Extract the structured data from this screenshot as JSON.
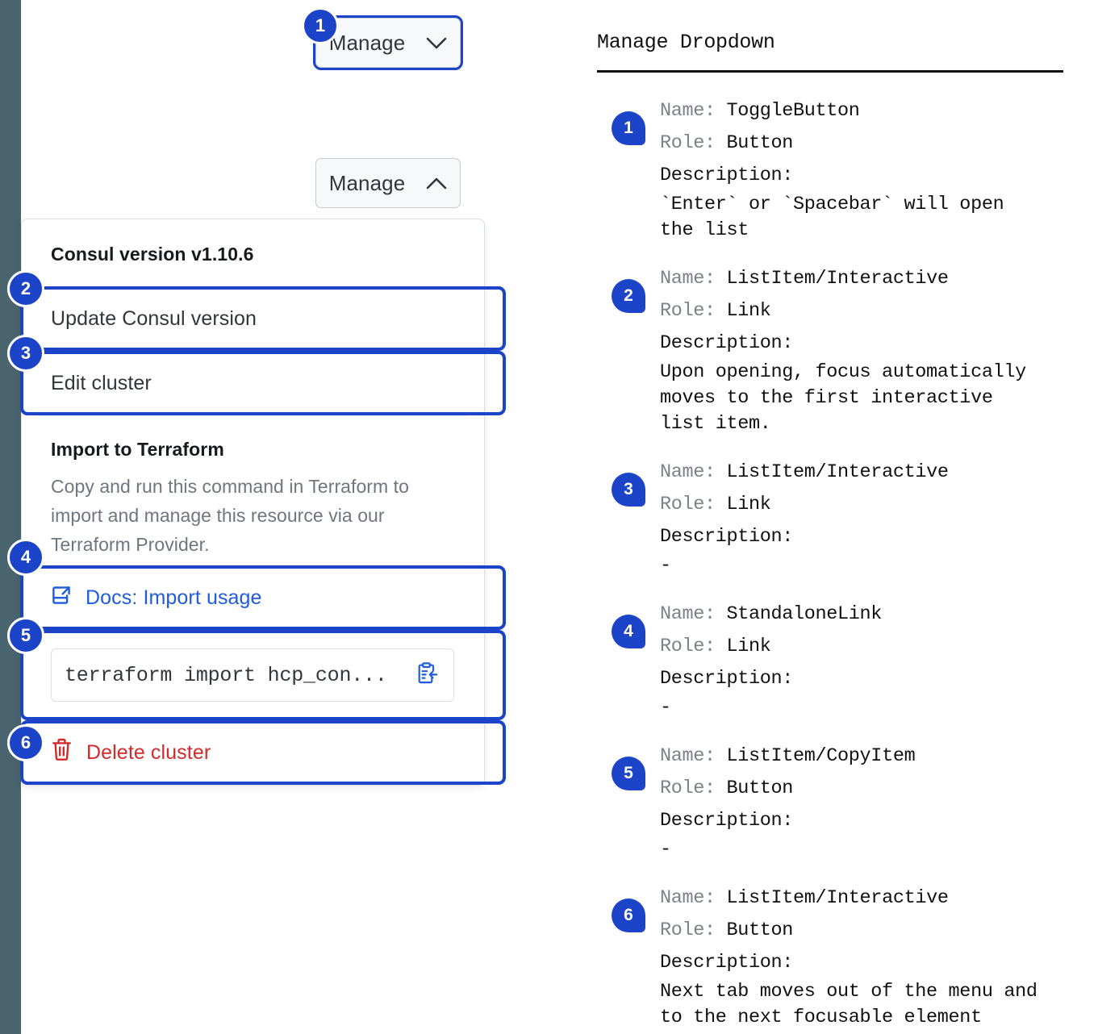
{
  "left_stripe_color": "#4a646f",
  "accent_color": "#1b44c8",
  "link_color": "#1f5cde",
  "danger_color": "#d42a2a",
  "demo": {
    "button_closed": {
      "label": "Manage",
      "chevron": "chevron-down-icon",
      "glyph": "⌄"
    },
    "button_open": {
      "label": "Manage",
      "chevron": "chevron-up-icon",
      "glyph": "⌃"
    },
    "dropdown": {
      "heading": "Consul version v1.10.6",
      "items": [
        {
          "label": "Update Consul version",
          "badge": "2"
        },
        {
          "label": "Edit cluster",
          "badge": "3"
        }
      ],
      "section": {
        "title": "Import to Terraform",
        "body": "Copy and run this command in Terraform to import and manage this resource via our Terraform Provider.",
        "docs_link": "Docs: Import usage",
        "docs_icon": "docs-external-link-icon",
        "badge": "4"
      },
      "copy": {
        "command": "terraform import hcp_con...",
        "icon": "clipboard-copy-icon",
        "badge": "5"
      },
      "delete": {
        "label": "Delete cluster",
        "icon": "trash-icon",
        "badge": "6"
      }
    },
    "badges": {
      "toggle": "1"
    }
  },
  "notes": {
    "title": "Manage Dropdown",
    "labels": {
      "name": "Name:",
      "role": "Role:",
      "description": "Description:"
    },
    "items": [
      {
        "badge": "1",
        "name": "ToggleButton",
        "role": "Button",
        "description": "`Enter` or `Spacebar` will open\nthe list"
      },
      {
        "badge": "2",
        "name": "ListItem/Interactive",
        "role": "Link",
        "description": "Upon opening, focus automatically\nmoves to the first interactive\nlist item."
      },
      {
        "badge": "3",
        "name": "ListItem/Interactive",
        "role": "Link",
        "description": "-"
      },
      {
        "badge": "4",
        "name": "StandaloneLink",
        "role": "Link",
        "description": "-"
      },
      {
        "badge": "5",
        "name": "ListItem/CopyItem",
        "role": "Button",
        "description": "-"
      },
      {
        "badge": "6",
        "name": "ListItem/Interactive",
        "role": "Button",
        "description": "Next tab moves out of the menu and\nto the next focusable element"
      }
    ]
  }
}
